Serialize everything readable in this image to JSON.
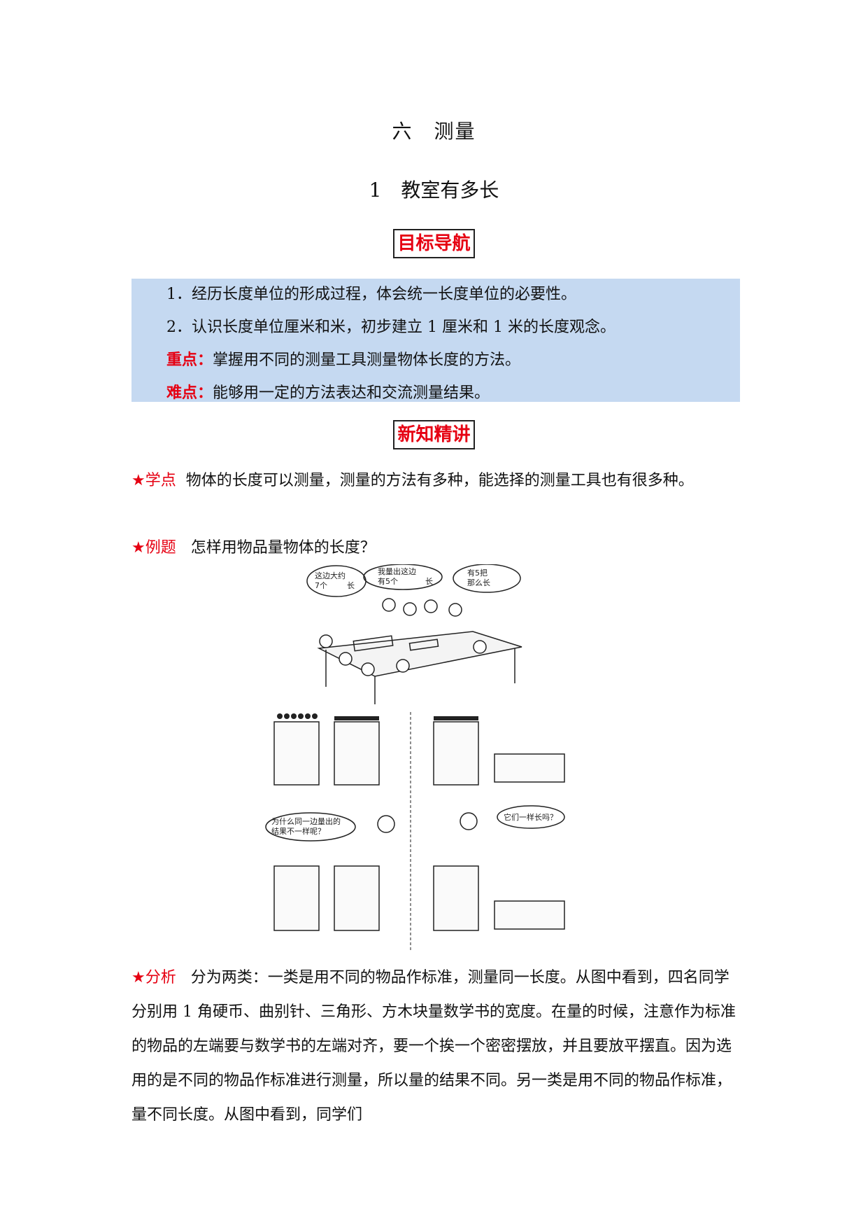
{
  "chapter_title": "六　测量",
  "lesson_title": "1　教室有多长",
  "section_goals": "目标导航",
  "goals": {
    "item1": "1．经历长度单位的形成过程，体会统一长度单位的必要性。",
    "item2": "2．认识长度单位厘米和米，初步建立 1 厘米和 1 米的长度观念。",
    "key_label": "重点：",
    "key_text": "掌握用不同的测量工具测量物体长度的方法。",
    "difficult_label": "难点：",
    "difficult_text": "能够用一定的方法表达和交流测量结果。"
  },
  "section_knowledge": "新知精讲",
  "point": {
    "label": "★学点",
    "text": "物体的长度可以测量，测量的方法有多种，能选择的测量工具也有很多种。"
  },
  "example": {
    "label": "★例题",
    "text": "怎样用物品量物体的长度？"
  },
  "figure1": {
    "bubble_left_1": "这边大约",
    "bubble_left_2": "7个",
    "bubble_left_3": "长",
    "bubble_mid_1": "我量出这边",
    "bubble_mid_2": "有5个",
    "bubble_mid_3": "长",
    "bubble_right_1": "有5把",
    "bubble_right_2": "那么长"
  },
  "figure2": {
    "bubble_left_1": "为什么同一边量出的",
    "bubble_left_2": "结果不一样呢？",
    "bubble_right": "它们一样长吗？"
  },
  "analysis": {
    "label": "★分析",
    "text": "分为两类：一类是用不同的物品作标准，测量同一长度。从图中看到，四名同学分别用 1 角硬币、曲别针、三角形、方木块量数学书的宽度。在量的时候，注意作为标准的物品的左端要与数学书的左端对齐，要一个挨一个密密摆放，并且要放平摆直。因为选用的是不同的物品作标准进行测量，所以量的结果不同。另一类是用不同的物品作标准，量不同长度。从图中看到，同学们"
  }
}
